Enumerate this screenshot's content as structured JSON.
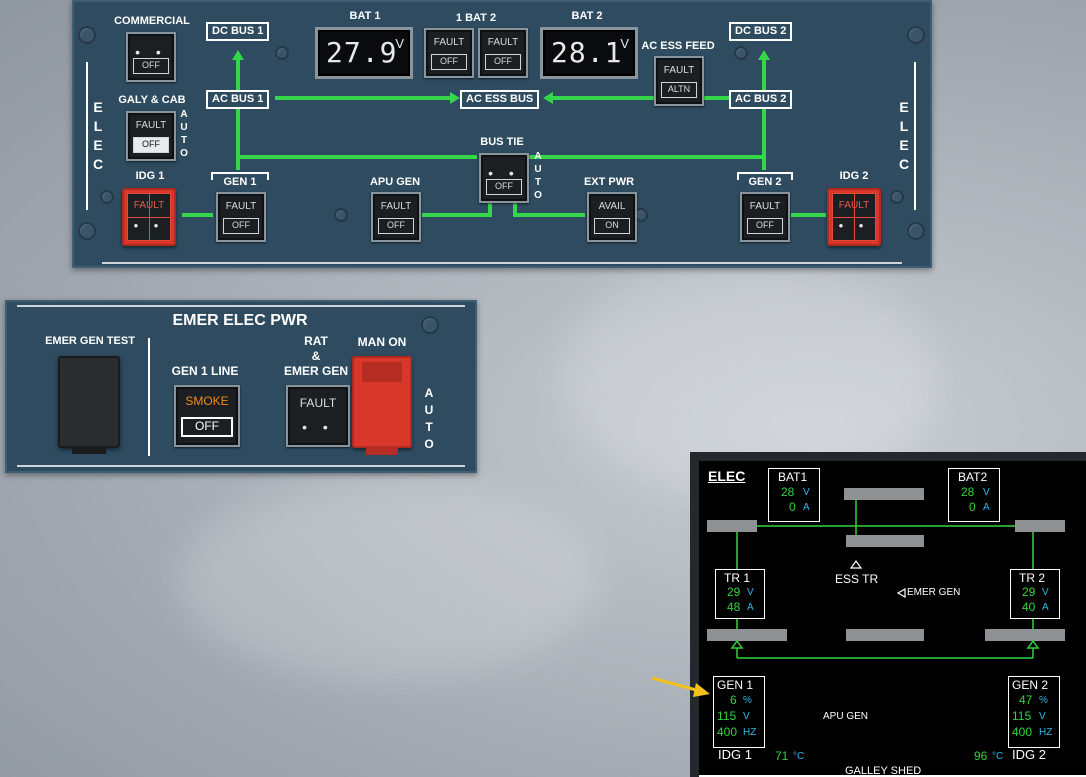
{
  "overhead": {
    "side_label_letters": [
      "E",
      "L",
      "E",
      "C"
    ],
    "auto_letters": [
      "A",
      "U",
      "T",
      "O"
    ],
    "commercial_label": "COMMERCIAL",
    "galy_cab_label": "GALY & CAB",
    "idg1_label": "IDG 1",
    "idg2_label": "IDG 2",
    "gen1_label": "GEN 1",
    "gen2_label": "GEN 2",
    "apu_gen_label": "APU GEN",
    "ext_pwr_label": "EXT PWR",
    "bus_tie_label": "BUS TIE",
    "bat1_label": "BAT 1",
    "bat2_label": "BAT 2",
    "bat_pb_label": "1   BAT   2",
    "ac_ess_feed_label": "AC ESS FEED",
    "dc_bus1": "DC BUS 1",
    "dc_bus2": "DC BUS 2",
    "ac_bus1": "AC BUS 1",
    "ac_bus2": "AC BUS 2",
    "ac_ess_bus": "AC ESS BUS",
    "bat1_voltage": "27.9",
    "bat2_voltage": "28.1",
    "volt_unit": "V",
    "fault": "FAULT",
    "off": "OFF",
    "altn": "ALTN",
    "avail": "AVAIL",
    "on": "ON",
    "dots": "• •"
  },
  "emer": {
    "title": "EMER ELEC PWR",
    "gen_test_label": "EMER GEN TEST",
    "gen1_line_label": "GEN 1 LINE",
    "rat_label_1": "RAT",
    "rat_label_2": "&",
    "rat_label_3": "EMER GEN",
    "man_on_label": "MAN ON",
    "smoke": "SMOKE",
    "off": "OFF",
    "fault": "FAULT",
    "dots": "• •",
    "auto_letters": [
      "A",
      "U",
      "T",
      "O"
    ]
  },
  "ecam": {
    "title": "ELEC",
    "bat1": {
      "name": "BAT1",
      "volts": "28",
      "amps": "0",
      "v": "V",
      "a": "A"
    },
    "bat2": {
      "name": "BAT2",
      "volts": "28",
      "amps": "0",
      "v": "V",
      "a": "A"
    },
    "tr1": {
      "name": "TR 1",
      "volts": "29",
      "amps": "48",
      "v": "V",
      "a": "A"
    },
    "tr2": {
      "name": "TR 2",
      "volts": "29",
      "amps": "40",
      "v": "V",
      "a": "A"
    },
    "ess_tr": "ESS TR",
    "emer_gen": "EMER GEN",
    "gen1": {
      "name": "GEN 1",
      "load": "6",
      "volts": "115",
      "hz": "400",
      "pct": "%",
      "v": "V",
      "hz_unit": "HZ"
    },
    "gen2": {
      "name": "GEN 2",
      "load": "47",
      "volts": "115",
      "hz": "400",
      "pct": "%",
      "v": "V",
      "hz_unit": "HZ"
    },
    "apu_gen": "APU GEN",
    "idg1": {
      "name": "IDG 1",
      "temp": "71",
      "unit": "°C"
    },
    "idg2": {
      "name": "IDG 2",
      "temp": "96",
      "unit": "°C"
    },
    "galley": "GALLEY SHED"
  },
  "colors": {
    "panel": "#2e4b60",
    "wire_green": "#35d64a",
    "ecam_green": "#32d43a",
    "ecam_cyan": "#2fb8e8",
    "fault_red": "#d9372a",
    "smoke_amber": "#f08a1c",
    "arrow_yellow": "#f2c21a"
  }
}
